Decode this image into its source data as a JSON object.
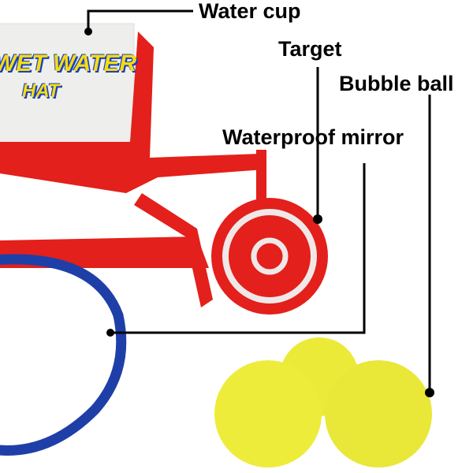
{
  "labels": {
    "water_cup": "Water cup",
    "target": "Target",
    "bubble_ball": "Bubble ball",
    "waterproof_mirror": "Waterproof mirror"
  },
  "logo": {
    "line1": "WET WATER",
    "line2": "HAT"
  },
  "colors": {
    "hat_red": "#e3201b",
    "strap_blue": "#1f3fa8",
    "ball_yellow": "#eeec3a",
    "cup": "#eeeeec"
  }
}
